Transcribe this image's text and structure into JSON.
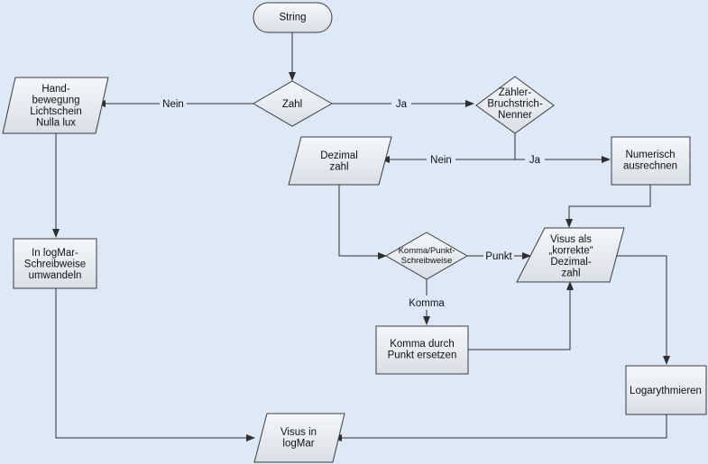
{
  "nodes": {
    "start": {
      "shape": "terminator",
      "lines": [
        "String"
      ]
    },
    "zahl": {
      "shape": "decision",
      "lines": [
        "Zahl"
      ]
    },
    "bruch": {
      "shape": "decision",
      "lines": [
        "Zähler-",
        "Bruchstrich-",
        "Nenner"
      ]
    },
    "hand": {
      "shape": "data",
      "lines": [
        "Hand-",
        "bewegung",
        "Lichtschein",
        "Nulla lux"
      ]
    },
    "dezimal": {
      "shape": "data",
      "lines": [
        "Dezimal",
        "zahl"
      ]
    },
    "numerisch": {
      "shape": "process",
      "lines": [
        "Numerisch",
        "ausrechnen"
      ]
    },
    "logmar_conv": {
      "shape": "process",
      "lines": [
        "In logMar-",
        "Schreibweise",
        "umwandeln"
      ]
    },
    "kommapunkt": {
      "shape": "decision",
      "lines": [
        "Komma/Punkt-",
        "Schreibweise"
      ]
    },
    "visus_dez": {
      "shape": "data",
      "lines": [
        "Visus als",
        "„korrekte“",
        "Dezimal-",
        "zahl"
      ]
    },
    "komma_ersetzen": {
      "shape": "process",
      "lines": [
        "Komma durch",
        "Punkt ersetzen"
      ]
    },
    "logarythmieren": {
      "shape": "process",
      "lines": [
        "Logarythmieren"
      ]
    },
    "visus_logmar": {
      "shape": "data",
      "lines": [
        "Visus in",
        "logMar"
      ]
    }
  },
  "edge_labels": {
    "zahl_nein": "Nein",
    "zahl_ja": "Ja",
    "bruch_nein": "Nein",
    "bruch_ja": "Ja",
    "komma": "Komma",
    "punkt": "Punkt"
  }
}
